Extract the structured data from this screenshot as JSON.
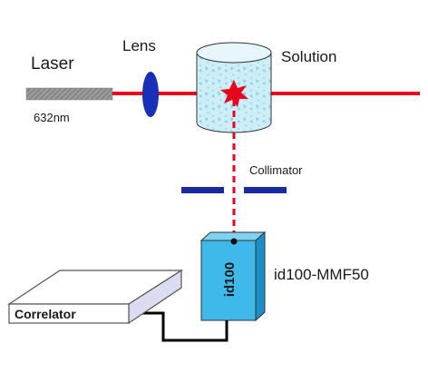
{
  "labels": {
    "laser": "Laser",
    "wavelength": "632nm",
    "lens": "Lens",
    "solution": "Solution",
    "collimator": "Collimator",
    "detector_body": "id100",
    "detector_name": "id100-MMF50",
    "correlator": "Correlator"
  },
  "colors": {
    "beam": "#e8001c",
    "lens": "#1a2fb8",
    "collimator": "#1a2aa0",
    "detector": "#3fb8ea",
    "laser_body": "#8c8c8c",
    "solution": "#bfe8f2",
    "cable": "#000000"
  }
}
